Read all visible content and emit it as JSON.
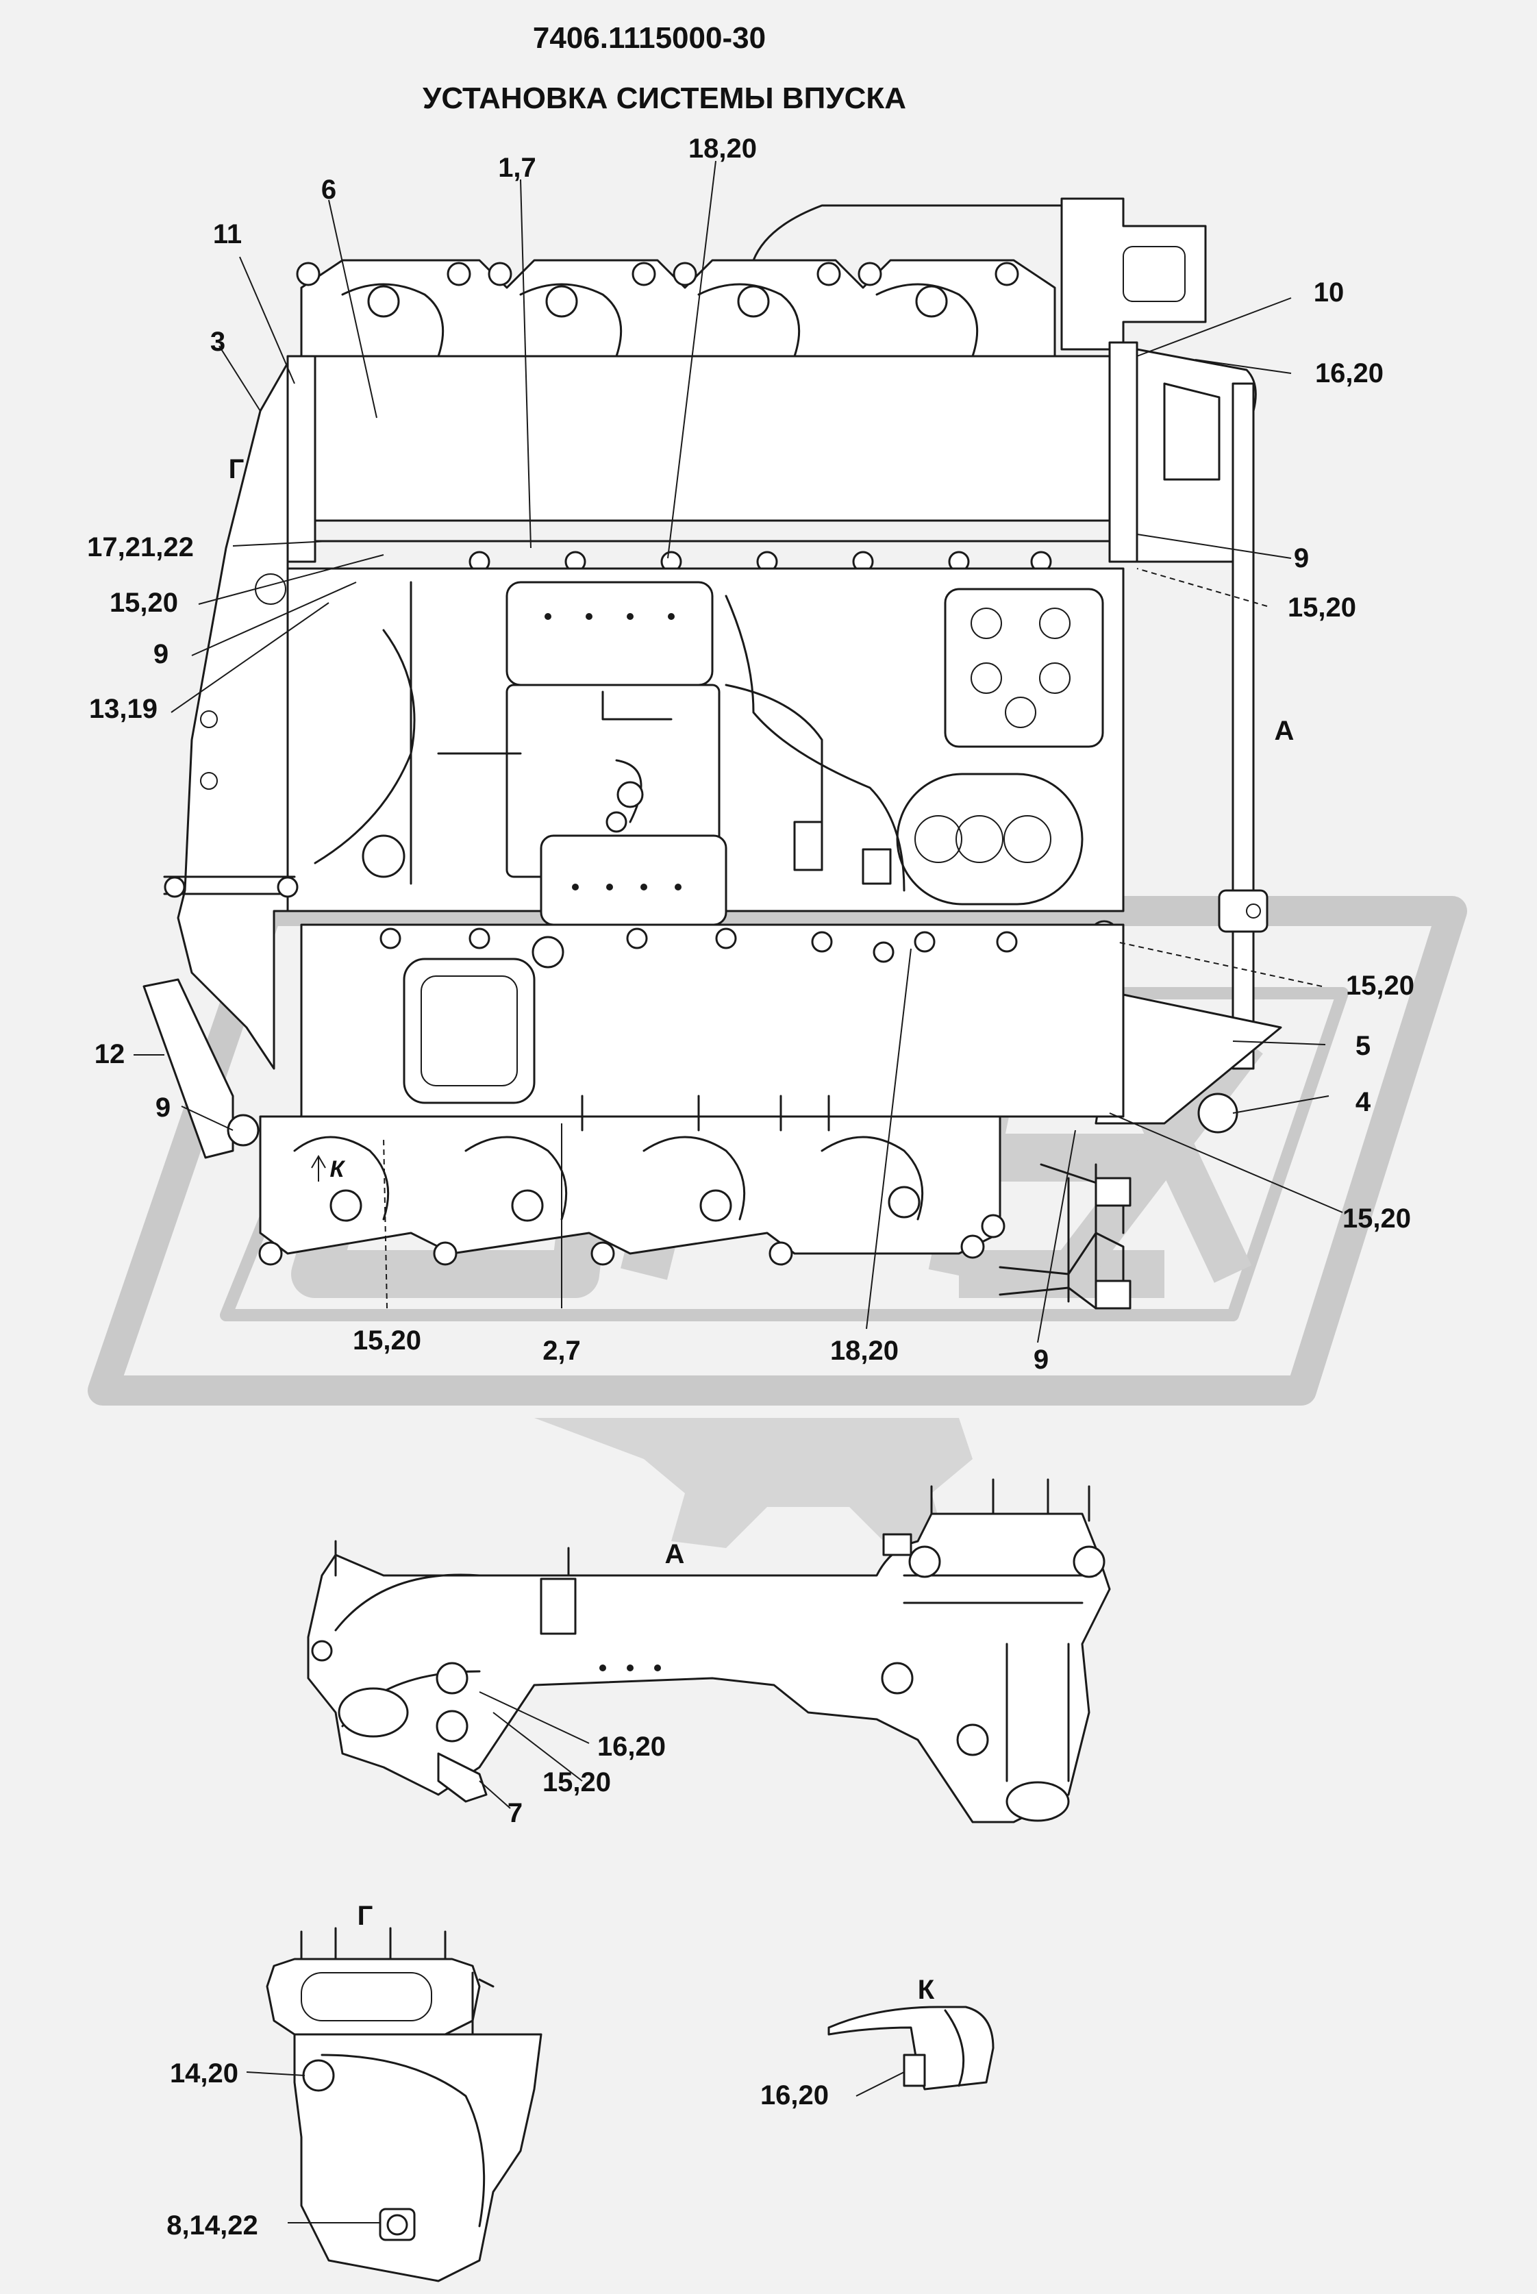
{
  "title": "7406.1115000-30",
  "subtitle": "УСТАНОВКА СИСТЕМЫ ВПУСКА",
  "main_view_labels": {
    "l_6": "6",
    "l_1_7": "1,7",
    "l_18_20_top": "18,20",
    "l_11": "11",
    "l_3": "3",
    "l_G": "Г",
    "l_10": "10",
    "l_16_20_top": "16,20",
    "l_17_21_22": "17,21,22",
    "l_15_20_left": "15,20",
    "l_9_left": "9",
    "l_13_19": "13,19",
    "l_9_right": "9",
    "l_15_20_right": "15,20",
    "l_A": "А",
    "l_15_20_mid": "15,20",
    "l_5": "5",
    "l_4": "4",
    "l_15_20_lowright": "15,20",
    "l_12": "12",
    "l_9_lowleft": "9",
    "l_K_arrow": "К",
    "l_15_20_bottom": "15,20",
    "l_2_7": "2,7",
    "l_18_20_bottom": "18,20",
    "l_9_bottom": "9"
  },
  "view_a": {
    "title": "А",
    "l_16_20": "16,20",
    "l_15_20": "15,20",
    "l_7": "7"
  },
  "view_g": {
    "title": "Г",
    "l_14_20": "14,20",
    "l_8_14_22": "8,14,22"
  },
  "view_k": {
    "title": "К",
    "l_16_20": "16,20"
  }
}
